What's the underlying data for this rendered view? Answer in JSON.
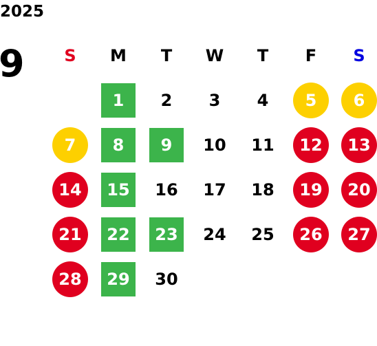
{
  "calendar": {
    "year": "2025",
    "month": "9",
    "weekdays": [
      {
        "label": "S",
        "color": "#e0001f"
      },
      {
        "label": "M",
        "color": "#000000"
      },
      {
        "label": "T",
        "color": "#000000"
      },
      {
        "label": "W",
        "color": "#000000"
      },
      {
        "label": "T",
        "color": "#000000"
      },
      {
        "label": "F",
        "color": "#000000"
      },
      {
        "label": "S",
        "color": "#0000e0"
      }
    ],
    "first_weekday_index": 1,
    "days": [
      {
        "day": "1",
        "mark": "green"
      },
      {
        "day": "2",
        "mark": "none"
      },
      {
        "day": "3",
        "mark": "none"
      },
      {
        "day": "4",
        "mark": "none"
      },
      {
        "day": "5",
        "mark": "yellow"
      },
      {
        "day": "6",
        "mark": "yellow"
      },
      {
        "day": "7",
        "mark": "yellow"
      },
      {
        "day": "8",
        "mark": "green"
      },
      {
        "day": "9",
        "mark": "green"
      },
      {
        "day": "10",
        "mark": "none"
      },
      {
        "day": "11",
        "mark": "none"
      },
      {
        "day": "12",
        "mark": "red"
      },
      {
        "day": "13",
        "mark": "red"
      },
      {
        "day": "14",
        "mark": "red"
      },
      {
        "day": "15",
        "mark": "green"
      },
      {
        "day": "16",
        "mark": "none"
      },
      {
        "day": "17",
        "mark": "none"
      },
      {
        "day": "18",
        "mark": "none"
      },
      {
        "day": "19",
        "mark": "red"
      },
      {
        "day": "20",
        "mark": "red"
      },
      {
        "day": "21",
        "mark": "red"
      },
      {
        "day": "22",
        "mark": "green"
      },
      {
        "day": "23",
        "mark": "green"
      },
      {
        "day": "24",
        "mark": "none"
      },
      {
        "day": "25",
        "mark": "none"
      },
      {
        "day": "26",
        "mark": "red"
      },
      {
        "day": "27",
        "mark": "red"
      },
      {
        "day": "28",
        "mark": "red"
      },
      {
        "day": "29",
        "mark": "green"
      },
      {
        "day": "30",
        "mark": "none"
      }
    ],
    "colors": {
      "green": "#3cb44b",
      "red": "#e0001f",
      "yellow": "#fdd000",
      "sunday": "#e0001f",
      "saturday": "#0000e0"
    }
  }
}
